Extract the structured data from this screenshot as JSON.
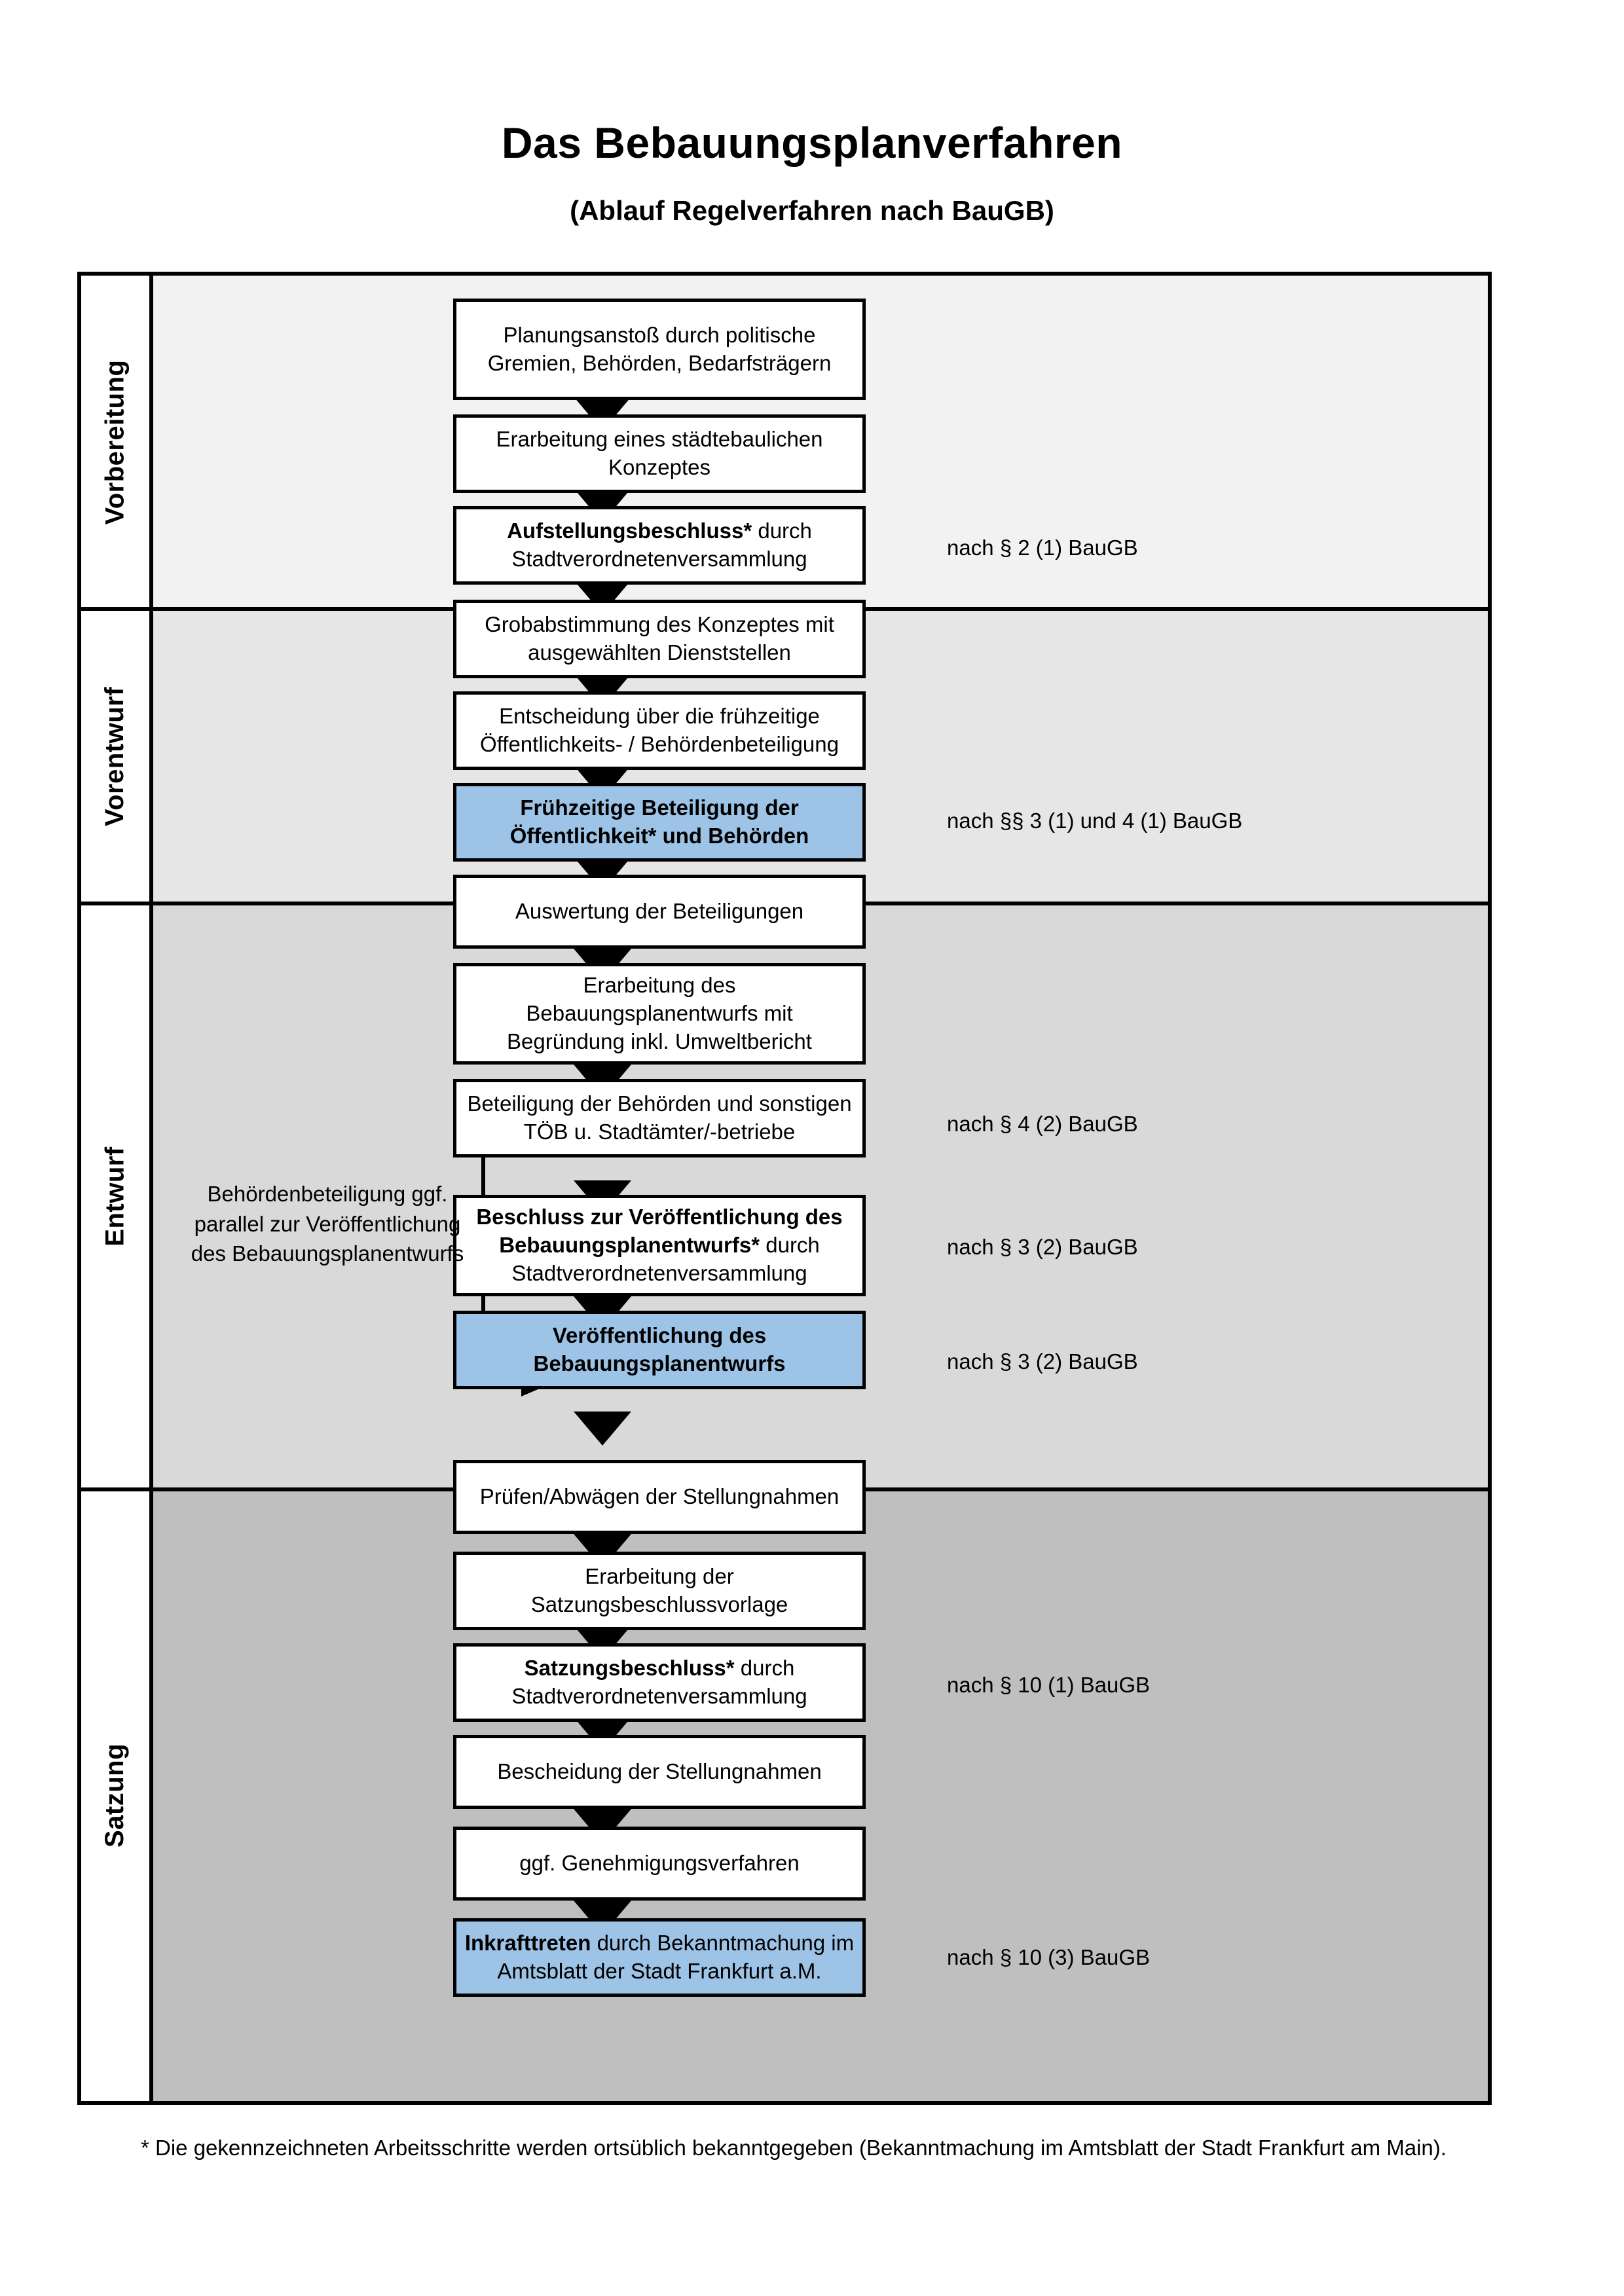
{
  "header": {
    "title": "Das Bebauungsplanverfahren",
    "subtitle": "(Ablauf Regelverfahren nach BauGB)"
  },
  "colors": {
    "highlight_blue": "#9dc3e6",
    "phase_1_bg": "#f2f2f2",
    "phase_2_bg": "#e6e6e6",
    "phase_3_bg": "#d9d9d9",
    "phase_4_bg": "#bfbfbf",
    "border": "#000000",
    "box_bg": "#ffffff"
  },
  "phases": [
    {
      "label": "Vorbereitung"
    },
    {
      "label": "Vorentwurf"
    },
    {
      "label": "Entwurf"
    },
    {
      "label": "Satzung"
    }
  ],
  "steps": [
    {
      "id": "step-1",
      "text": "Planungsanstoß durch politische Gremien, Behörden, Bedarfsträgern",
      "bold_prefix": "",
      "highlight": false,
      "phase": 0
    },
    {
      "id": "step-2",
      "text": "Erarbeitung eines städtebaulichen Konzeptes",
      "bold_prefix": "",
      "highlight": false,
      "phase": 0
    },
    {
      "id": "step-3",
      "text": "durch Stadtverordnetenversammlung",
      "bold_prefix": "Aufstellungsbeschluss*",
      "highlight": false,
      "phase": 0
    },
    {
      "id": "step-4",
      "text": "Grobabstimmung des Konzeptes mit ausgewählten Dienststellen",
      "bold_prefix": "",
      "highlight": false,
      "phase": 1
    },
    {
      "id": "step-5",
      "text": "Entscheidung über die frühzeitige Öffentlichkeits- / Behördenbeteiligung",
      "bold_prefix": "",
      "highlight": false,
      "phase": 1
    },
    {
      "id": "step-6",
      "text": "",
      "bold_prefix": "Frühzeitige Beteiligung der Öffentlichkeit* und Behörden",
      "highlight": true,
      "phase": 1
    },
    {
      "id": "step-7",
      "text": "Auswertung der Beteiligungen",
      "bold_prefix": "",
      "highlight": false,
      "phase": 2
    },
    {
      "id": "step-8",
      "text": "Erarbeitung des Bebauungsplanentwurfs mit Begründung inkl. Umweltbericht",
      "bold_prefix": "",
      "highlight": false,
      "phase": 2
    },
    {
      "id": "step-9",
      "text": "Beteiligung der Behörden und sonstigen TÖB u. Stadtämter/-betriebe",
      "bold_prefix": "",
      "highlight": false,
      "phase": 2
    },
    {
      "id": "step-10",
      "text": "durch Stadtverordnetenversammlung",
      "bold_prefix": "Beschluss zur Veröffentlichung des Bebauungsplanentwurfs*",
      "highlight": false,
      "phase": 2
    },
    {
      "id": "step-11",
      "text": "",
      "bold_prefix": "Veröffentlichung des Bebauungsplanentwurfs",
      "highlight": true,
      "phase": 2
    },
    {
      "id": "step-12",
      "text": "Prüfen/Abwägen der Stellungnahmen",
      "bold_prefix": "",
      "highlight": false,
      "phase": 3
    },
    {
      "id": "step-13",
      "text": "Erarbeitung der Satzungsbeschlussvorlage",
      "bold_prefix": "",
      "highlight": false,
      "phase": 3
    },
    {
      "id": "step-14",
      "text": "durch Stadtverordnetenversammlung",
      "bold_prefix": "Satzungsbeschluss*",
      "highlight": false,
      "phase": 3
    },
    {
      "id": "step-15",
      "text": "Bescheidung der Stellungnahmen",
      "bold_prefix": "",
      "highlight": false,
      "phase": 3
    },
    {
      "id": "step-16",
      "text": "ggf. Genehmigungsverfahren",
      "bold_prefix": "",
      "highlight": false,
      "phase": 3
    },
    {
      "id": "step-17",
      "text": "durch Bekanntmachung im Amtsblatt der Stadt Frankfurt a.M.",
      "bold_prefix": "Inkrafttreten",
      "highlight": true,
      "phase": 3
    }
  ],
  "legal_refs": [
    {
      "id": "ref-1",
      "text": "nach § 2 (1) BauGB"
    },
    {
      "id": "ref-2",
      "text": "nach §§ 3 (1) und 4 (1) BauGB"
    },
    {
      "id": "ref-3",
      "text": "nach § 4 (2) BauGB"
    },
    {
      "id": "ref-4",
      "text": "nach § 3 (2) BauGB"
    },
    {
      "id": "ref-5",
      "text": "nach § 3 (2) BauGB"
    },
    {
      "id": "ref-6",
      "text": "nach § 10 (1) BauGB"
    },
    {
      "id": "ref-7",
      "text": "nach § 10 (3) BauGB"
    }
  ],
  "side_note": "Behördenbeteiligung ggf. parallel zur Veröffentlichung des Bebauungsplanentwurfs",
  "footnote": "* Die gekennzeichneten Arbeitsschritte werden ortsüblich bekanntgegeben (Bekanntmachung im Amtsblatt  der Stadt Frankfurt am Main)."
}
